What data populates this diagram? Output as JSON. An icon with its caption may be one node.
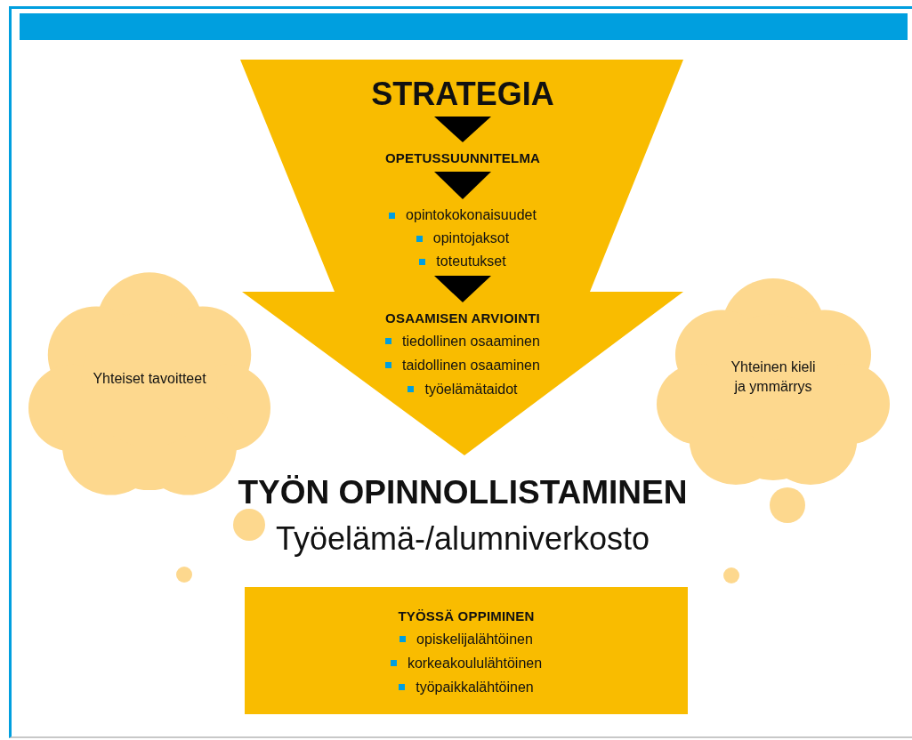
{
  "diagram": {
    "nodes": [
      {
        "text": [],
        "shape": "arrow"
      },
      {
        "text": [
          "STRATEGIA"
        ],
        "in": 0
      },
      {
        "text": [
          "OPETUSSUUNNITELMA"
        ],
        "in": 0
      },
      {
        "text": [
          "opintokokonaisuudet",
          "opintojaksot",
          "toteutukset"
        ],
        "in": 0
      },
      {
        "text": [
          "OSAAMISEN ARVIOINTI",
          "tiedollinen osaaminen",
          "taidollinen osaaminen",
          "työelämätaidot"
        ],
        "in": 0
      },
      {
        "text": [
          "Yhteiset tavoitteet"
        ]
      },
      {
        "text": [
          "Yhteinen kieli ja ymmärrys"
        ]
      },
      {
        "text": [
          "TYÖN OPINNOLLISTAMINEN",
          "Työelämä-/alumniverkosto"
        ]
      },
      {
        "text": [
          "TYÖSSÄ OPPIMINEN",
          "opiskelijalähtöinen",
          "korkeakoululähtöinen",
          "työpaikkalähtöinen"
        ]
      }
    ],
    "edges": [
      {
        "from": 1,
        "to": 2,
        "arrow": "to"
      },
      {
        "from": 2,
        "to": 3,
        "arrow": "to"
      },
      {
        "from": 3,
        "to": 4,
        "arrow": "to"
      }
    ]
  }
}
